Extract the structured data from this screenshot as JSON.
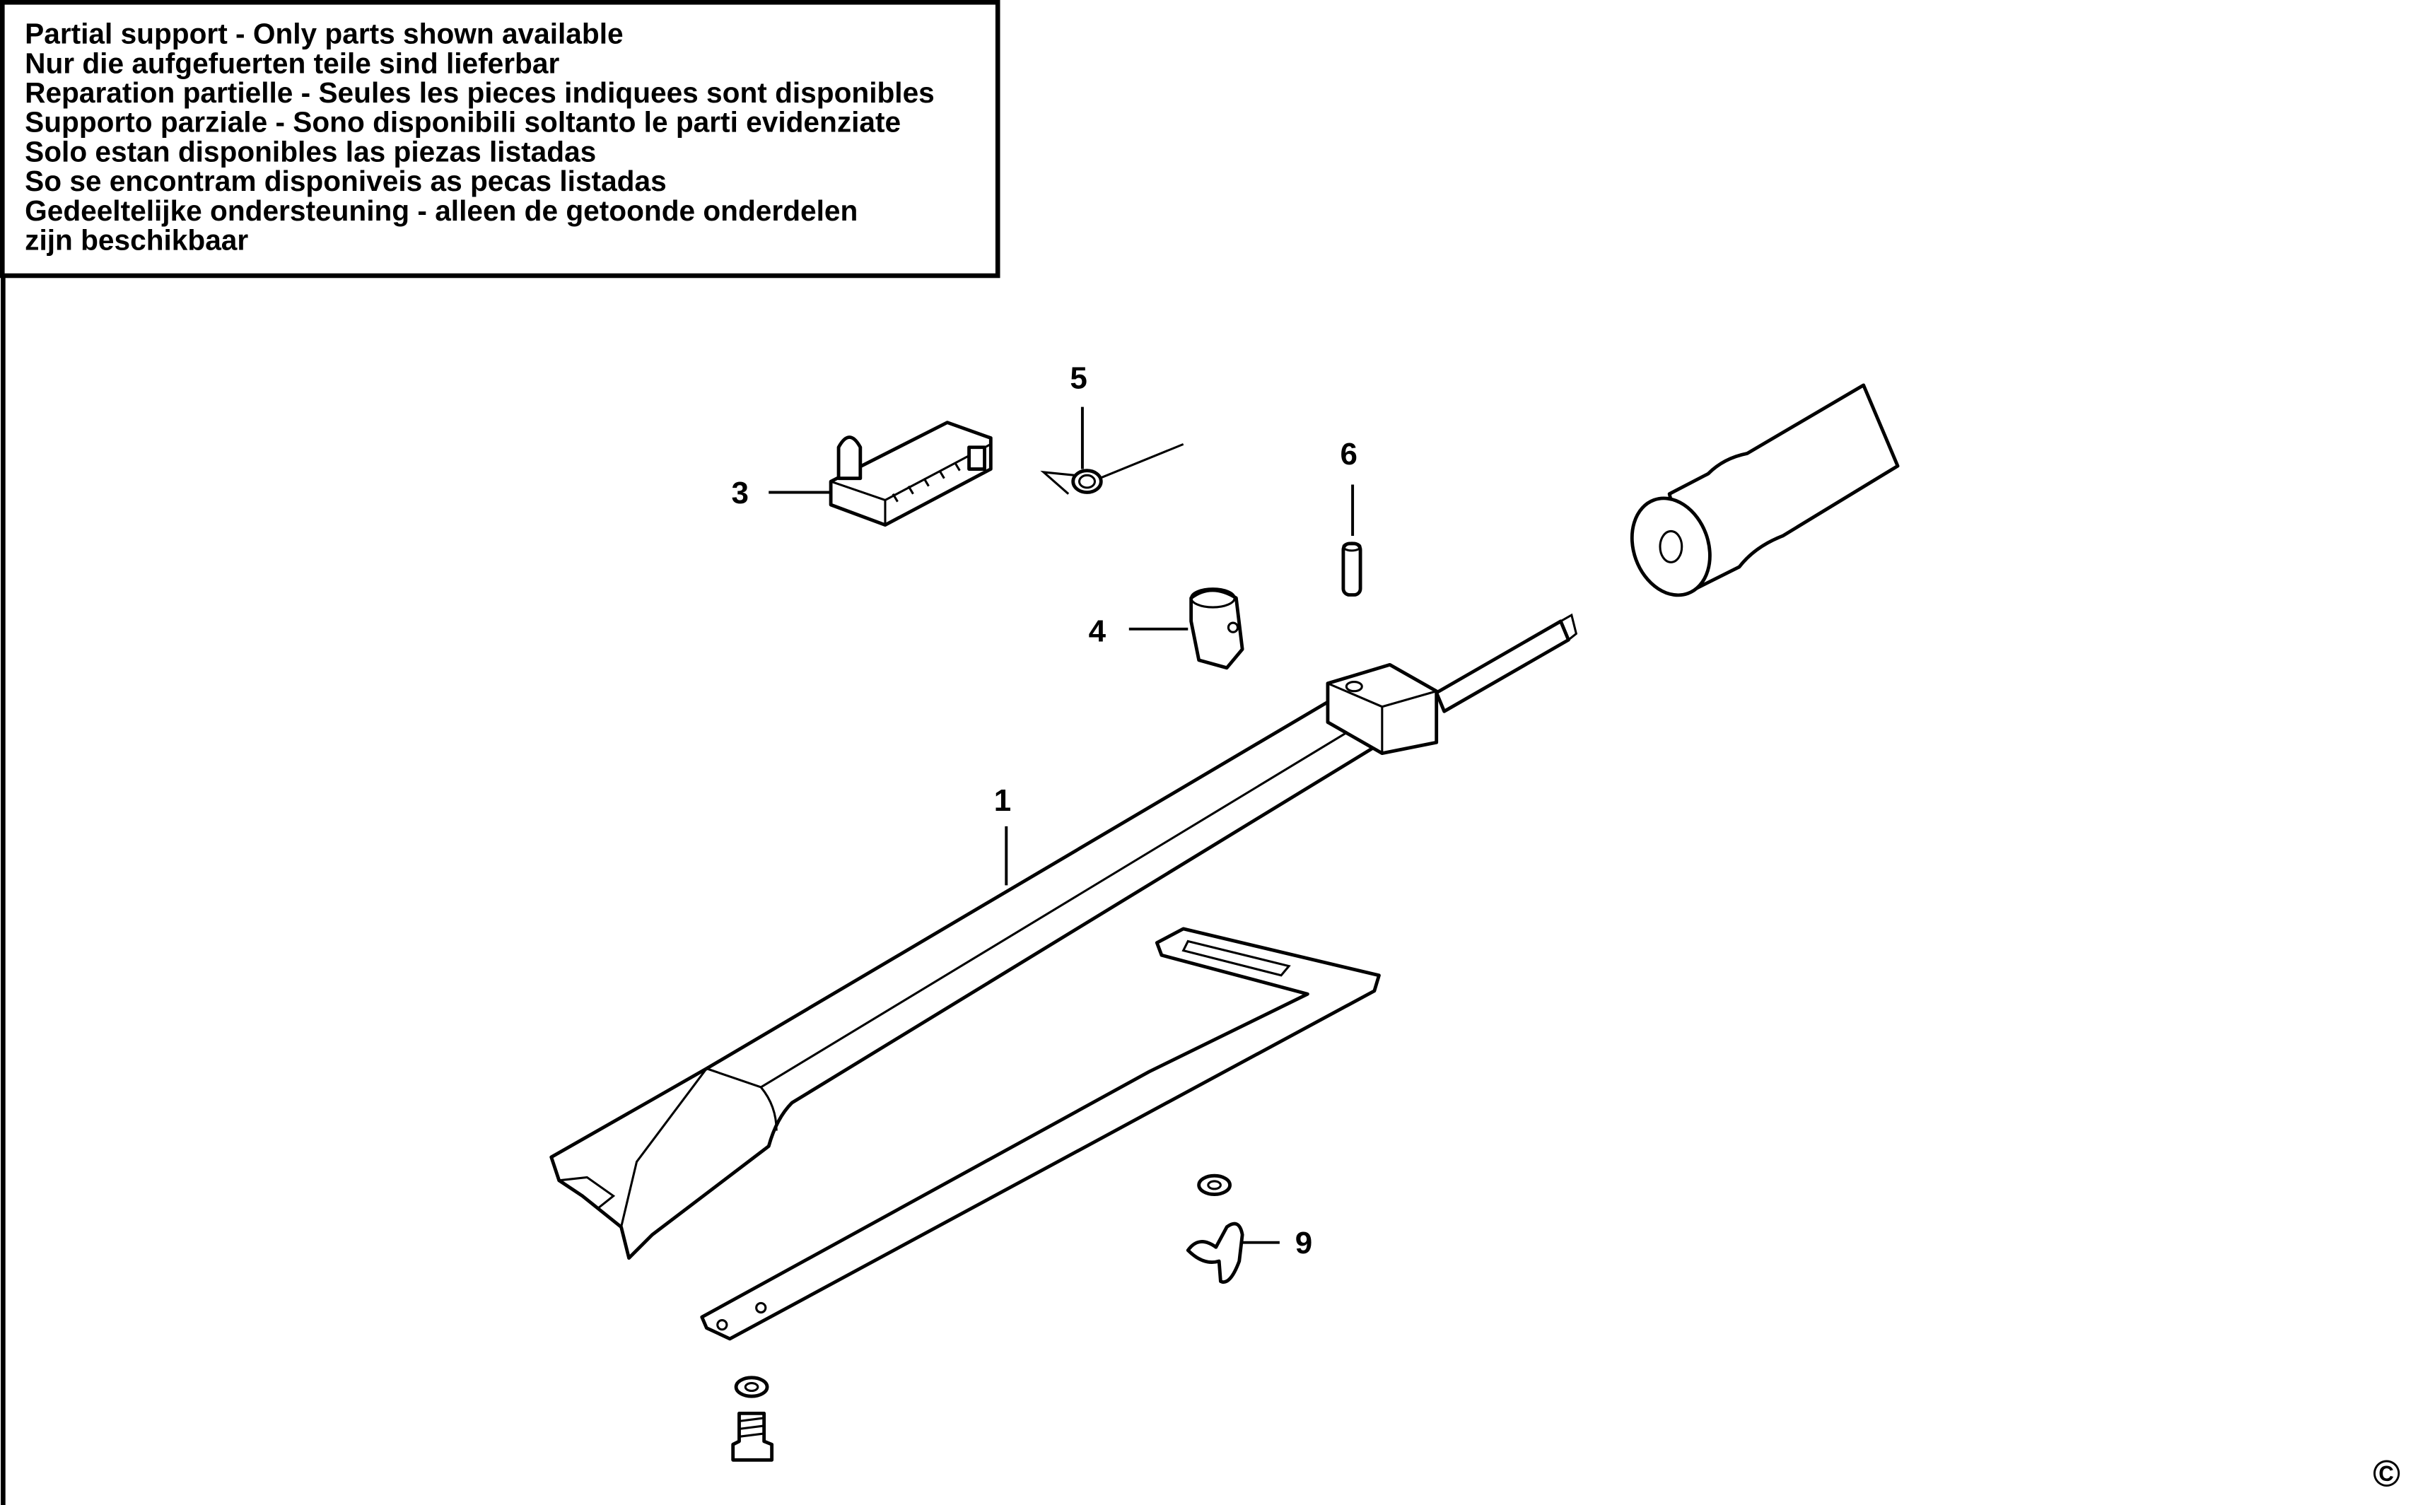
{
  "notice": {
    "lines": [
      "Partial support - Only parts shown available",
      "Nur die aufgefuerten teile sind lieferbar",
      "Reparation partielle - Seules les pieces indiquees sont disponibles",
      "Supporto parziale - Sono disponibili soltanto le parti evidenziate",
      "Solo estan disponibles las piezas listadas",
      "So se encontram disponiveis as pecas listadas",
      "Gedeeltelijke ondersteuning - alleen de getoonde onderdelen",
      "zijn beschikbaar"
    ]
  },
  "callouts": {
    "part_1": "1",
    "part_3": "3",
    "part_4": "4",
    "part_5": "5",
    "part_6": "6",
    "part_9": "9"
  },
  "copyright": "©"
}
